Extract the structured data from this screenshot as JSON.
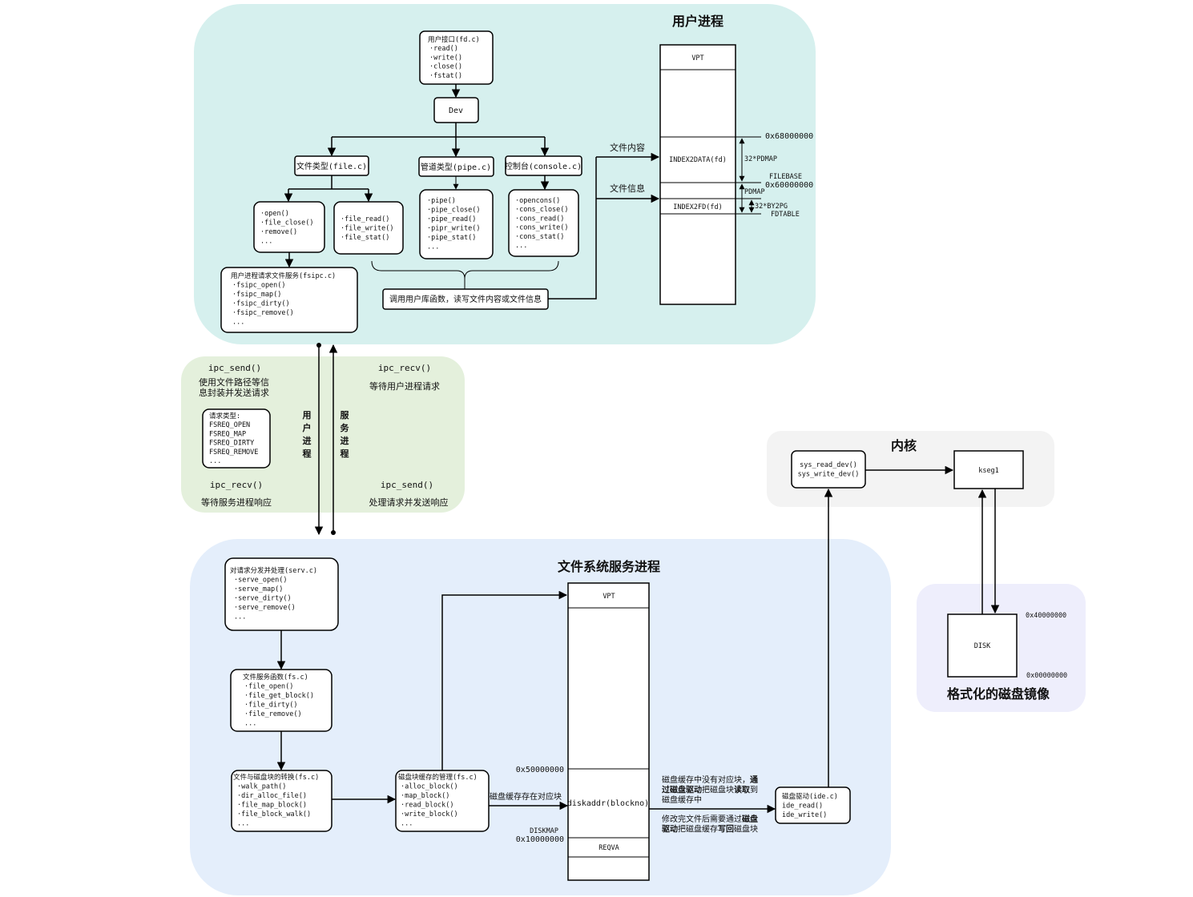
{
  "colors": {
    "user_region": "#d6f0ee",
    "ipc_region": "#e4f0dc",
    "fs_region": "#e4eefb",
    "kernel_region": "#f3f3f3",
    "disk_region": "#eeeefc"
  },
  "titles": {
    "user_process": "用户进程",
    "fs_service": "文件系统服务进程",
    "kernel": "内核",
    "disk_image": "格式化的磁盘镜像"
  },
  "user": {
    "fd_box": [
      "用户接口(fd.c)",
      "·read()",
      "·write()",
      "·close()",
      "·fstat()"
    ],
    "dev": "Dev",
    "file_type": "文件类型(file.c)",
    "pipe_type": "管道类型(pipe.c)",
    "console_type": "控制台(console.c)",
    "open_box": [
      "·open()",
      "·file_close()",
      "·remove()",
      "..."
    ],
    "file_rw_box": [
      "·file_read()",
      "·file_write()",
      "·file_stat()"
    ],
    "pipe_box": [
      "·pipe()",
      "·pipe_close()",
      "·pipe_read()",
      "·pipr_write()",
      "·pipe_stat()",
      "..."
    ],
    "cons_box": [
      "·opencons()",
      "·cons_close()",
      "·cons_read()",
      "·cons_write()",
      "·cons_stat()",
      "..."
    ],
    "fsipc_box": [
      "用户进程请求文件服务(fsipc.c)",
      "·fsipc_open()",
      "·fsipc_map()",
      "·fsipc_dirty()",
      "·fsipc_remove()",
      "..."
    ],
    "lib_call": "调用用户库函数，读写文件内容或文件信息",
    "file_content": "文件内容",
    "file_info": "文件信息",
    "mem": {
      "vpt": "VPT",
      "index2data": "INDEX2DATA(fd)",
      "index2fd": "INDEX2FD(fd)",
      "addr_68": "0x68000000",
      "pdmap32": "32*PDMAP",
      "filebase": "FILEBASE",
      "addr_60": "0x60000000",
      "pdmap": "PDMAP",
      "by2pg32": "32*BY2PG",
      "fdtable": "FDTABLE"
    }
  },
  "ipc": {
    "send_left": "ipc_send()",
    "send_left_desc": [
      "使用文件路径等信",
      "息封装并发送请求"
    ],
    "req_types": [
      "请求类型:",
      "FSREQ_OPEN",
      "FSREQ_MAP",
      "FSREQ_DIRTY",
      "FSREQ_REMOVE",
      "..."
    ],
    "recv_left": "ipc_recv()",
    "recv_left_desc": "等待服务进程响应",
    "recv_right": "ipc_recv()",
    "recv_right_desc": "等待用户进程请求",
    "send_right": "ipc_send()",
    "send_right_desc": "处理请求并发送响应",
    "user_process_vertical": [
      "用",
      "户",
      "进",
      "程"
    ],
    "service_process_vertical": [
      "服",
      "务",
      "进",
      "程"
    ]
  },
  "fs": {
    "serv_box": [
      "对请求分发并处理(serv.c)",
      "·serve_open()",
      "·serve_map()",
      "·serve_dirty()",
      "·serve_remove()",
      "..."
    ],
    "fs_box": [
      "文件服务函数(fs.c)",
      "·file_open()",
      "·file_get_block()",
      "·file_dirty()",
      "·file_remove()",
      "..."
    ],
    "walk_box": [
      "文件与磁盘块的转换(fs.c)",
      "·walk_path()",
      "·dir_alloc_file()",
      "·file_map_block()",
      "·file_block_walk()",
      "..."
    ],
    "cache_box": [
      "磁盘块缓存的管理(fs.c)",
      "·alloc_block()",
      "·map_block()",
      "·read_block()",
      "·write_block()",
      "..."
    ],
    "cache_label": "磁盘缓存存在对应块",
    "mem": {
      "vpt": "VPT",
      "diskaddr": "diskaddr(blockno)",
      "reqva": "REQVA",
      "addr_50": "0x50000000",
      "diskmap": "DISKMAP",
      "addr_10": "0x10000000"
    },
    "miss_note": [
      [
        {
          "text": "磁盘缓存中没有对应块，",
          "bold": false
        },
        {
          "text": "通",
          "bold": true
        }
      ],
      [
        {
          "text": "过磁盘驱动",
          "bold": true
        },
        {
          "text": "把磁盘块",
          "bold": false
        },
        {
          "text": "读取",
          "bold": true
        },
        {
          "text": "到",
          "bold": false
        }
      ],
      [
        {
          "text": "磁盘缓存中",
          "bold": false
        }
      ]
    ],
    "write_note": [
      [
        {
          "text": "修改完文件后需要通过",
          "bold": false
        },
        {
          "text": "磁盘",
          "bold": true
        }
      ],
      [
        {
          "text": "驱动",
          "bold": true
        },
        {
          "text": "把磁盘缓存",
          "bold": false
        },
        {
          "text": "写回",
          "bold": true
        },
        {
          "text": "磁盘块",
          "bold": false
        }
      ]
    ],
    "ide_box": [
      "磁盘驱动(ide.c)",
      "ide_read()",
      "ide_write()"
    ]
  },
  "kernel": {
    "sys_box": [
      "sys_read_dev()",
      "sys_write_dev()"
    ],
    "kseg1": "kseg1"
  },
  "disk": {
    "label": "DISK",
    "addr_top": "0x40000000",
    "addr_bottom": "0x00000000"
  }
}
